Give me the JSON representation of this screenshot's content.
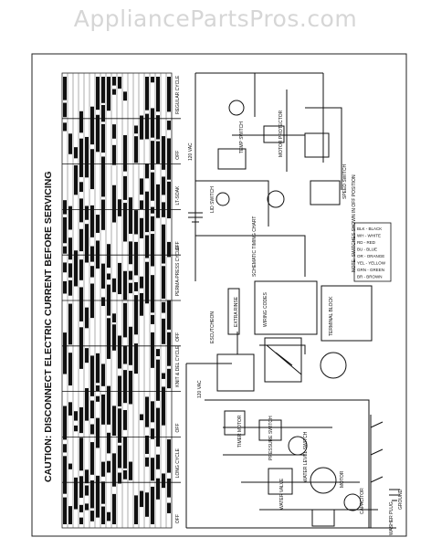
{
  "watermark": "AppliancePartsPros.com",
  "caution": "CAUTION: DISCONNECT ELECTRIC CURRENT BEFORE SERVICING",
  "cycle_headers": [
    "REGULAR CYCLE",
    "OFF",
    "LT-SOAK",
    "OFF",
    "PERMA-PRESS CYCLE",
    "OFF",
    "KNIT & DEL CYCLE",
    "OFF",
    "LONG CYCLE",
    "OFF"
  ],
  "labels": {
    "supply_120": "120 VAC",
    "supply_120b": "120 VAC",
    "timer_motor": "TIMER MOTOR",
    "pressure_switch": "PRESSURE SWITCH",
    "water_level_switch": "WATER LEVEL SWITCH",
    "water_valve": "WATER VALVE",
    "motor": "MOTOR",
    "capacitor": "CAPACITOR",
    "lid_switch": "LID SWITCH",
    "speed_switch": "SPEED SWITCH",
    "temp_switch": "TEMP SWITCH",
    "motor_protector": "MOTOR PROTECTOR",
    "washer_plug": "WASHER PLUG",
    "extra_rinse": "EXTRA RINSE",
    "schematic_title": "SCHEMATIC TIMING CHART",
    "escutcheon": "ESCUTCHEON",
    "wiring_codes": "WIRING CODES",
    "terminal_block": "TERMINAL BLOCK",
    "ground": "GROUND",
    "note": "NOTE: SWITCHES SHOWN IN OFF POSITION"
  },
  "legend_rows": [
    "BLK - BLACK",
    "WH - WHITE",
    "RD - RED",
    "BU - BLUE",
    "OR - ORANGE",
    "YEL - YELLOW",
    "GRN - GREEN",
    "BR - BROWN"
  ]
}
